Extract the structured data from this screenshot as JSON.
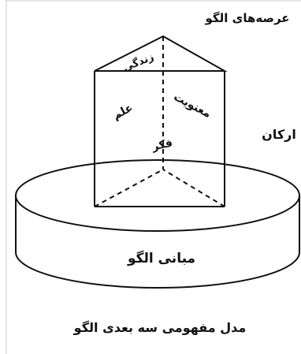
{
  "labels": {
    "arenas_heading": "عرصه‌های الگو",
    "pillars_label": "ارکان",
    "face_life": "زندگی",
    "face_science": "علم",
    "face_spirituality": "معنویت",
    "face_thought": "فکر",
    "base_label": "مبانی الگو",
    "caption": "مدل مفهومی سه بعدی الگو"
  },
  "colors": {
    "ink": "#111111",
    "background": "#ffffff",
    "frame": "#cccccc"
  }
}
